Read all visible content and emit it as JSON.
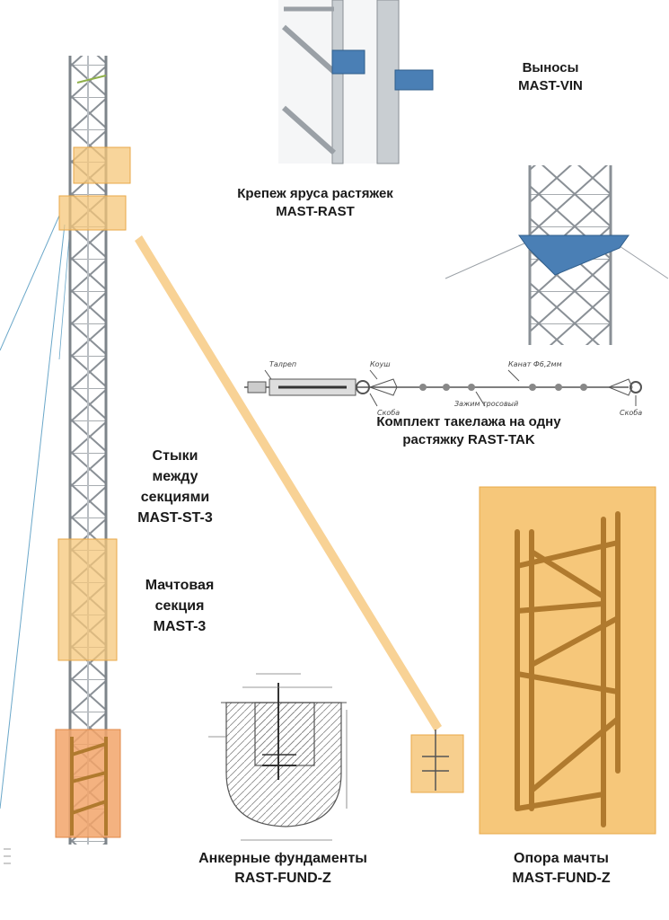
{
  "labels": {
    "vin": {
      "line1": "Выносы",
      "line2": "MAST-VIN"
    },
    "rast": {
      "line1": "Крепеж яруса растяжек",
      "line2": "MAST-RAST"
    },
    "tak": {
      "line1": "Комплект такелажа на одну",
      "line2": "растяжку RAST-TAK"
    },
    "st": {
      "line1": "Стыки",
      "line2": "между",
      "line3": "секциями",
      "line4": "MAST-ST-3"
    },
    "section": {
      "line1": "Мачтовая",
      "line2": "секция",
      "line3": "MAST-3"
    },
    "fund_z": {
      "line1": "Анкерные фундаменты",
      "line2": "RAST-FUND-Z"
    },
    "support": {
      "line1": "Опора мачты",
      "line2": "MAST-FUND-Z"
    }
  },
  "rigging_callouts": {
    "turnbuckle": "Талреп",
    "thimble": "Коуш",
    "cable": "Канат Ф6,2мм",
    "clamp": "Зажим тросовый",
    "shackle1": "Скоба",
    "shackle2": "Скоба"
  },
  "colors": {
    "highlight": "#f6c77a",
    "highlight_border": "#e8a848",
    "highlight_dark": "#f2a46a",
    "steel": "#9aa0a6",
    "bracket_blue": "#4a7fb5",
    "wood": "#c7953e",
    "guy_line": "#6aa7c9"
  }
}
